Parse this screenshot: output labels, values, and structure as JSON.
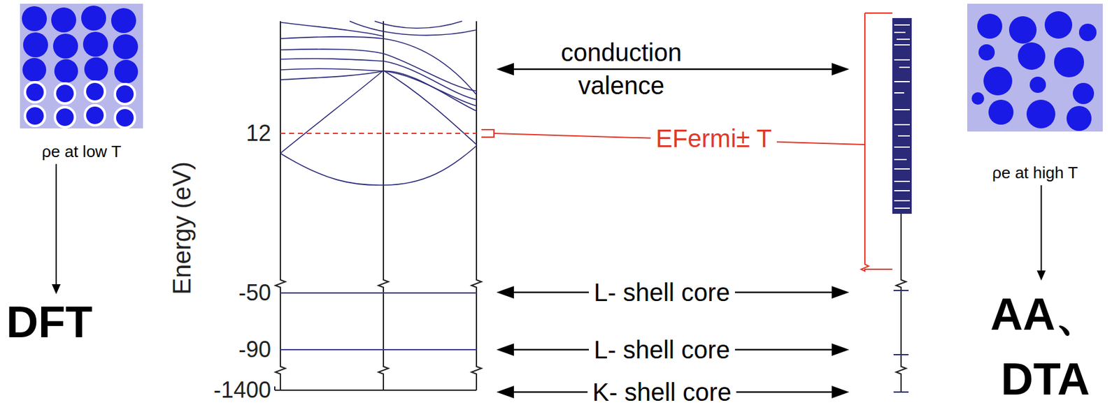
{
  "diagram": {
    "nodes": [
      {
        "text": [
          "ρe at low T"
        ]
      },
      {
        "text": [
          "DFT"
        ]
      },
      {
        "text": [
          "ρe at high T"
        ]
      },
      {
        "text": [
          "AA、 DTA"
        ]
      }
    ],
    "edges": [
      {
        "from": 0,
        "to": 1,
        "arrow": "to"
      },
      {
        "from": 2,
        "to": 3,
        "arrow": "to"
      }
    ],
    "labels": [
      "Energy (eV)",
      "12",
      "-50",
      "-90",
      "-1400",
      "conduction",
      "valence",
      "EFermi± T",
      "L- shell core",
      "L- shell core",
      "K- shell core"
    ]
  }
}
